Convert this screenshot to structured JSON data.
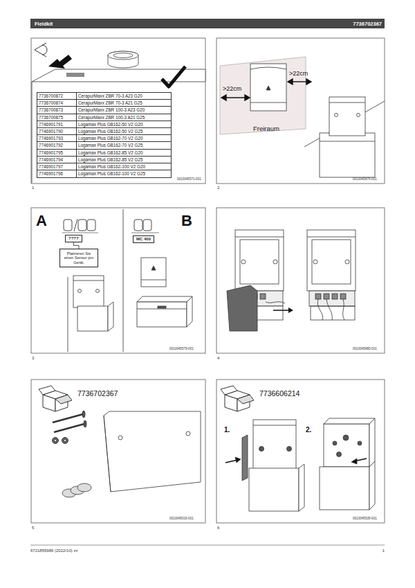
{
  "diagram": {
    "nodes": [
      {
        "text": [
          "????"
        ]
      },
      {
        "text": [
          "Platzieren Sie einen Sensor pro Gerät."
        ]
      },
      {
        "text": [
          "MC 400"
        ]
      }
    ],
    "edges": [
      {
        "from": 0,
        "to": 1,
        "arrow": "none"
      }
    ],
    "labels": [
      "Fieldkit",
      "7736702367",
      "7736700872",
      "CerapurMaxx ZBR 70-3 A23 G20",
      "7736700874",
      "CerapurMaxx ZBR 70-3 A21 G25",
      "7736700873",
      "CerapurMaxx ZBR 100-3 A23 G20",
      "7736700875",
      "CerapurMaxx ZBR 100-3 A21 G25",
      "7746901791",
      "Logamax Plus GB162-50 V2 G20",
      "7746901790",
      "Logamax Plus GB162-50 V2 G25",
      "7746901793",
      "Logamax Plus GB162-70 V2 G20",
      "7746901792",
      "Logamax Plus GB162-70 V2 G25",
      "7746901795",
      "Logamax Plus GB162-85 V2 G20",
      "7746901794",
      "Logamax Plus GB162-85 V2 G25",
      "7746901797",
      "Logamax Plus GB162-100 V2 G20",
      "7746901796",
      "Logamax Plus GB162-100 V2 G25",
      "0010045571-001",
      "1",
      ">22cm",
      ">22cm",
      "Freiraum",
      "0010045875-001",
      "2",
      "A",
      "B",
      "0010045579-001",
      "3",
      "0010045880-001",
      "4",
      "7736702367",
      "0010045015-001",
      "5",
      "7736606214",
      "1.",
      "2.",
      "0010045535-001",
      "6",
      "6721855986 (2022/10) zz",
      "1"
    ]
  }
}
